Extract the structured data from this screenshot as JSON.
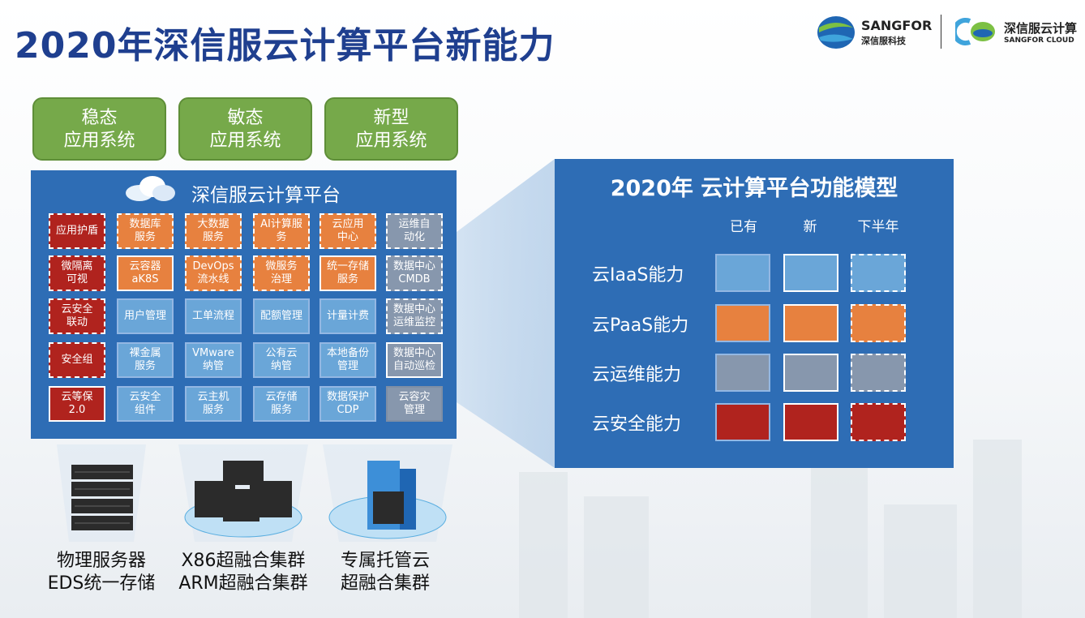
{
  "title": "2020年深信服云计算平台新能力",
  "logos": {
    "sangfor_name": "SANGFOR",
    "sangfor_cn": "深信服科技",
    "cloud_cn": "深信服云计算",
    "cloud_en": "SANGFOR CLOUD"
  },
  "app_types": [
    "稳态\n应用系统",
    "敏态\n应用系统",
    "新型\n应用系统"
  ],
  "platform": {
    "title": "深信服云计算平台",
    "cells": [
      [
        {
          "t": "应用护盾",
          "c": "red",
          "s": "planned"
        },
        {
          "t": "数据库服务",
          "c": "orange",
          "s": "planned"
        },
        {
          "t": "大数据服务",
          "c": "orange",
          "s": "planned"
        },
        {
          "t": "AI计算服务",
          "c": "orange",
          "s": "planned"
        },
        {
          "t": "云应用中心",
          "c": "orange",
          "s": "planned"
        },
        {
          "t": "运维自动化",
          "c": "gray",
          "s": "planned"
        }
      ],
      [
        {
          "t": "微隔离可视",
          "c": "red",
          "s": "planned"
        },
        {
          "t": "云容器aK8S",
          "c": "orange",
          "s": "new"
        },
        {
          "t": "DevOps流水线",
          "c": "orange",
          "s": "planned"
        },
        {
          "t": "微服务治理",
          "c": "orange",
          "s": "planned"
        },
        {
          "t": "统一存储服务",
          "c": "orange",
          "s": "new"
        },
        {
          "t": "数据中心CMDB",
          "c": "gray",
          "s": "planned"
        }
      ],
      [
        {
          "t": "云安全联动",
          "c": "red",
          "s": "planned"
        },
        {
          "t": "用户管理",
          "c": "blue",
          "s": "existing"
        },
        {
          "t": "工单流程",
          "c": "blue",
          "s": "existing"
        },
        {
          "t": "配额管理",
          "c": "blue",
          "s": "existing"
        },
        {
          "t": "计量计费",
          "c": "blue",
          "s": "existing"
        },
        {
          "t": "数据中心运维监控",
          "c": "gray",
          "s": "planned"
        }
      ],
      [
        {
          "t": "安全组",
          "c": "red",
          "s": "planned"
        },
        {
          "t": "裸金属服务",
          "c": "blue",
          "s": "existing"
        },
        {
          "t": "VMware纳管",
          "c": "blue",
          "s": "existing"
        },
        {
          "t": "公有云纳管",
          "c": "blue",
          "s": "existing"
        },
        {
          "t": "本地备份管理",
          "c": "blue",
          "s": "existing"
        },
        {
          "t": "数据中心自动巡检",
          "c": "gray",
          "s": "new"
        }
      ],
      [
        {
          "t": "云等保2.0",
          "c": "red",
          "s": "new"
        },
        {
          "t": "云安全组件",
          "c": "blue",
          "s": "existing"
        },
        {
          "t": "云主机服务",
          "c": "blue",
          "s": "existing"
        },
        {
          "t": "云存储服务",
          "c": "blue",
          "s": "existing"
        },
        {
          "t": "数据保护CDP",
          "c": "blue",
          "s": "existing"
        },
        {
          "t": "云容灾管理",
          "c": "gray",
          "s": "existing"
        }
      ]
    ]
  },
  "model": {
    "title": "2020年 云计算平台功能模型",
    "columns": [
      "已有",
      "新",
      "下半年"
    ],
    "rows": [
      {
        "label": "云IaaS能力",
        "color": "#6aa6d8"
      },
      {
        "label": "云PaaS能力",
        "color": "#e7813f"
      },
      {
        "label": "云运维能力",
        "color": "#8797ad"
      },
      {
        "label": "云安全能力",
        "color": "#b0231e"
      }
    ]
  },
  "infrastructure": [
    "物理服务器\nEDS统一存储",
    "X86超融合集群\nARM超融合集群",
    "专属托管云\n超融合集群"
  ]
}
